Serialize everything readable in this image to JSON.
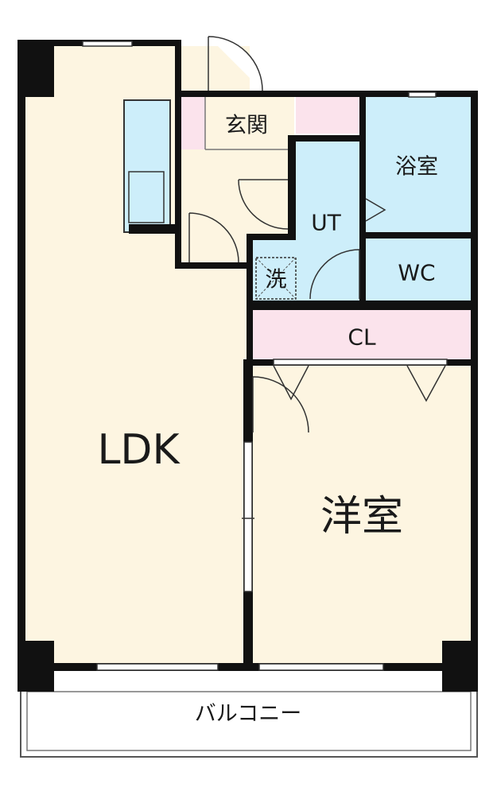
{
  "floorplan": {
    "rooms": {
      "ldk": "LDK",
      "western_room": "洋室",
      "entrance": "玄関",
      "bathroom": "浴室",
      "utility": "UT",
      "toilet": "WC",
      "closet": "CL",
      "washer": "洗",
      "balcony": "バルコニー"
    },
    "colors": {
      "wall": "#111111",
      "room_cream": "#fdf5e1",
      "wet_area_blue": "#cdeefa",
      "closet_pink": "#fbe3ec",
      "balcony": "#ffffff",
      "kitchen_counter": "#cdeefa"
    }
  }
}
